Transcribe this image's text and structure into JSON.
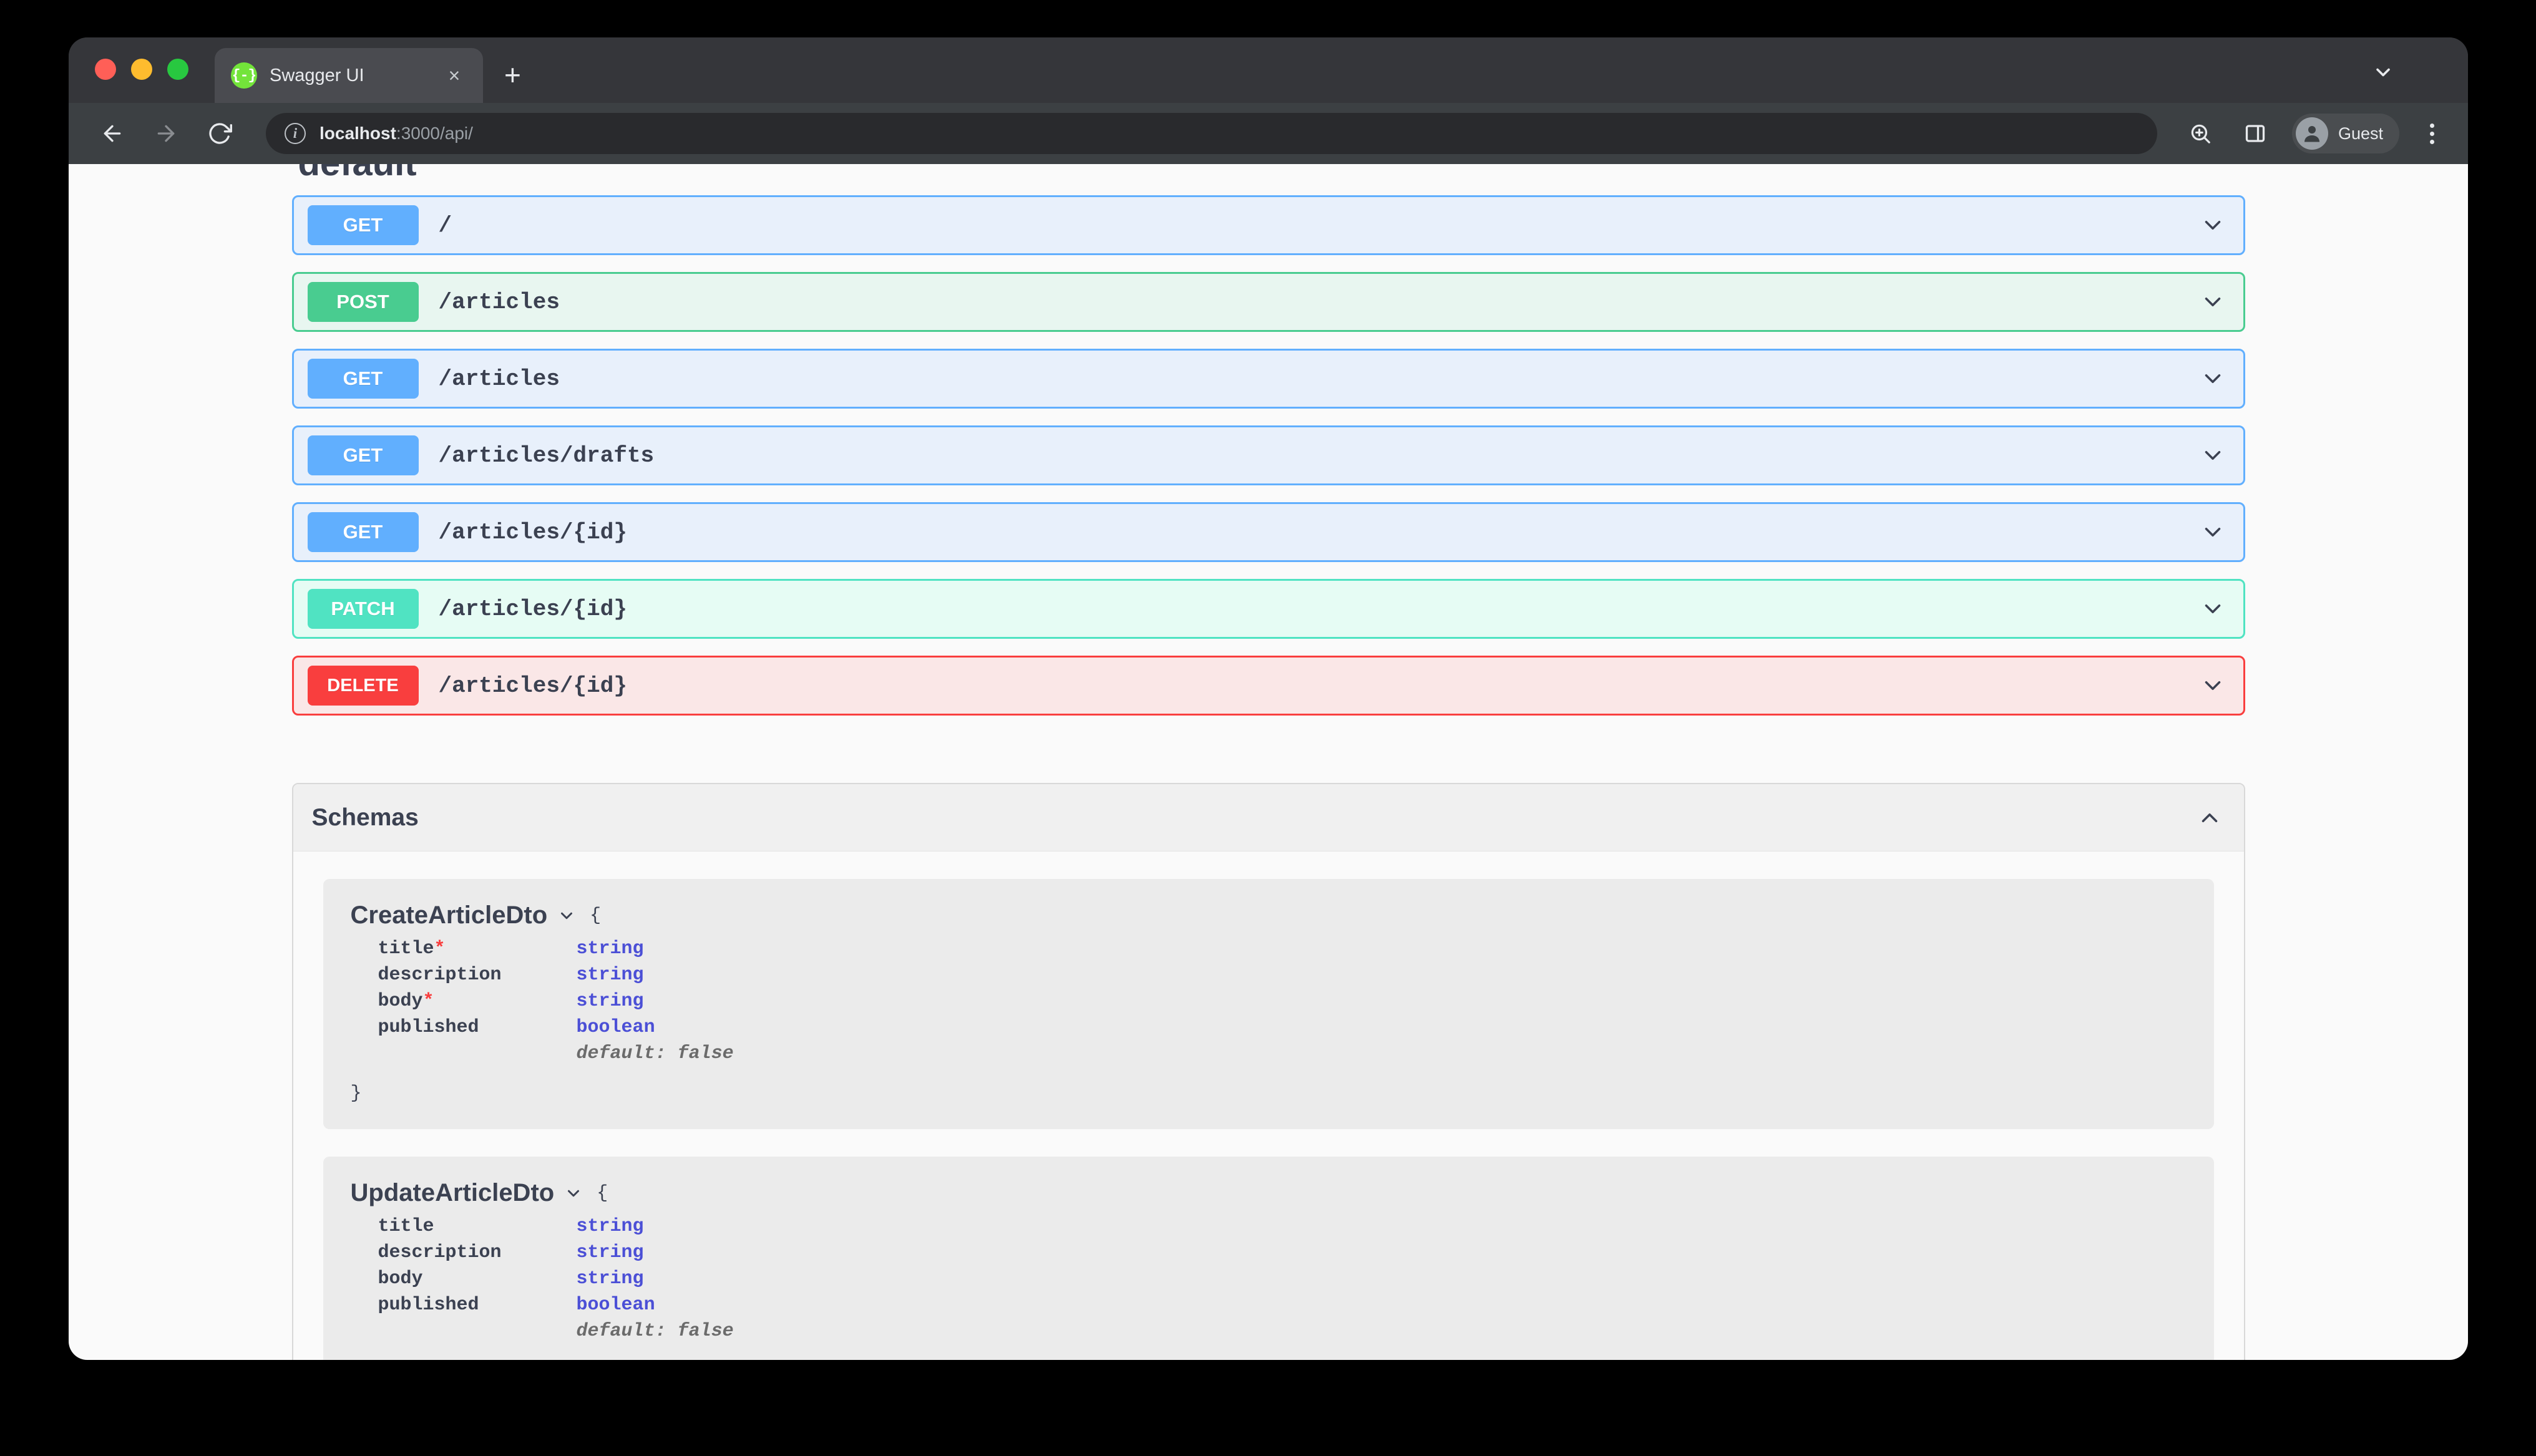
{
  "browser": {
    "tab": {
      "title": "Swagger UI",
      "favicon_glyph": "{-}",
      "close_label": "×"
    },
    "new_tab_label": "+",
    "toolbar": {
      "back_icon": "back-arrow-icon",
      "forward_icon": "forward-arrow-icon",
      "reload_icon": "reload-icon",
      "url_host": "localhost",
      "url_rest": ":3000/api/",
      "zoom_icon": "zoom-in-icon",
      "side_panel_icon": "side-panel-icon",
      "profile_name": "Guest",
      "menu_icon": "three-dot-menu-icon"
    }
  },
  "page": {
    "tag_heading": "default",
    "operations": [
      {
        "method": "GET",
        "method_class": "get",
        "path": "/"
      },
      {
        "method": "POST",
        "method_class": "post",
        "path": "/articles"
      },
      {
        "method": "GET",
        "method_class": "get",
        "path": "/articles"
      },
      {
        "method": "GET",
        "method_class": "get",
        "path": "/articles/drafts"
      },
      {
        "method": "GET",
        "method_class": "get",
        "path": "/articles/{id}"
      },
      {
        "method": "PATCH",
        "method_class": "patch",
        "path": "/articles/{id}"
      },
      {
        "method": "DELETE",
        "method_class": "delete",
        "path": "/articles/{id}"
      }
    ],
    "schemas": {
      "title": "Schemas",
      "open_brace": "{",
      "close_brace": "}",
      "models": [
        {
          "name": "CreateArticleDto",
          "properties": [
            {
              "name": "title",
              "required": true,
              "type": "string",
              "default": ""
            },
            {
              "name": "description",
              "required": false,
              "type": "string",
              "default": ""
            },
            {
              "name": "body",
              "required": true,
              "type": "string",
              "default": ""
            },
            {
              "name": "published",
              "required": false,
              "type": "boolean",
              "default": "default: false"
            }
          ]
        },
        {
          "name": "UpdateArticleDto",
          "properties": [
            {
              "name": "title",
              "required": false,
              "type": "string",
              "default": ""
            },
            {
              "name": "description",
              "required": false,
              "type": "string",
              "default": ""
            },
            {
              "name": "body",
              "required": false,
              "type": "string",
              "default": ""
            },
            {
              "name": "published",
              "required": false,
              "type": "boolean",
              "default": "default: false"
            }
          ]
        }
      ]
    }
  },
  "colors": {
    "get": "#61affe",
    "post": "#49cc90",
    "patch": "#50e3c2",
    "delete": "#f93e3e",
    "required_star": "#f93e3e",
    "type_text": "#4b4fd6",
    "heading_text": "#3b4151"
  }
}
